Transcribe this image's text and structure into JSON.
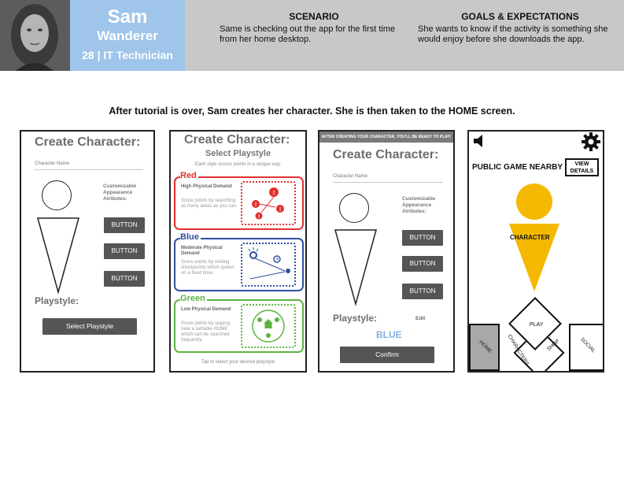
{
  "persona": {
    "name": "Sam",
    "role": "Wanderer",
    "job": "28 | IT Technician"
  },
  "scenario": {
    "title": "SCENARIO",
    "text": "Same is checking out the app for the first time from her home desktop."
  },
  "goals": {
    "title": "GOALS & EXPECTATIONS",
    "text": "She wants to know if the activity is something she would enjoy before she downloads the app."
  },
  "caption": "After tutorial is over, Sam creates her character. She is then taken to the HOME screen.",
  "screen1": {
    "title": "Create Character:",
    "field_label": "Character Name",
    "appearance_label": "Customizable Appearance Atributes:",
    "buttons": [
      "BUTTON",
      "BUTTON",
      "BUTTON"
    ],
    "playstyle_label": "Playstyle:",
    "select_button": "Select Playstyle"
  },
  "screen2": {
    "title": "Create Character:",
    "subtitle": "Select Playstyle",
    "hint": "Each style scores points in a unique way.",
    "cards": [
      {
        "name": "Red",
        "demand": "High Physical Demand",
        "desc": "Score points by searching as many areas as you can.",
        "color": "#e03030"
      },
      {
        "name": "Blue",
        "demand": "Moderate Physical Demand",
        "desc": "Score points by visiting checkpoints which spawn on a fixed timer.",
        "color": "#2f4fa0"
      },
      {
        "name": "Green",
        "demand": "Low Physical Demand",
        "desc": "Score points by staying near a settable HOME which can be searched frequently.",
        "color": "#5db342"
      }
    ],
    "footer": "Tap to select your desired playstyle"
  },
  "screen3": {
    "banner": "AFTER CREATING YOUR CHARACTER, YOU'LL BE READY TO PLAY!",
    "title": "Create Character:",
    "field_label": "Character Name",
    "appearance_label": "Customizable Appearance Atributes:",
    "buttons": [
      "BUTTON",
      "BUTTON",
      "BUTTON"
    ],
    "playstyle_label": "Playstyle:",
    "edit_label": "Edit",
    "playstyle_value": "BLUE",
    "confirm_button": "Confirm"
  },
  "screen4": {
    "nearby_label": "PUBLIC GAME NEARBY",
    "view_details": "VIEW DETAILS",
    "character_label": "CHARACTER",
    "play_label": "PLAY",
    "nav": {
      "home": "HOME",
      "characters": "CHARACTERS",
      "shop": "SHOP",
      "social": "SOCIAL"
    },
    "icons": [
      "speaker-icon",
      "gear-icon"
    ],
    "accent_color": "#f5b800"
  }
}
